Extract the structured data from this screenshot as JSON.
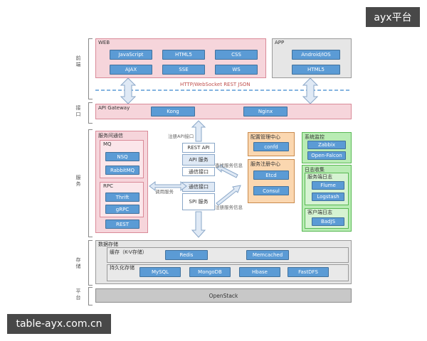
{
  "watermark_top": "ayx平台",
  "watermark_bottom": "table-ayx.com.cn",
  "lanes": {
    "frontend": "前端",
    "interface": "接口",
    "service": "服务",
    "storage": "存储",
    "platform": "平台"
  },
  "web": {
    "title": "WEB",
    "items": [
      "JavaScript",
      "HTML5",
      "CSS",
      "AJAX",
      "SSE",
      "WS"
    ]
  },
  "app": {
    "title": "APP",
    "items": [
      "Android/IOS",
      "HTML5"
    ]
  },
  "protocol_line": "HTTP/WebSocket REST JSON",
  "gateway": {
    "title": "API Gateway",
    "kong": "Kong",
    "nginx": "Nginx"
  },
  "service_comm": {
    "title": "服务间通信",
    "mq_title": "MQ",
    "mq_items": [
      "NSQ",
      "RabbitMQ"
    ],
    "rpc_title": "RPC",
    "rpc_items": [
      "Thrift",
      "gRPC"
    ],
    "rest": "REST"
  },
  "center": {
    "rest_api": "REST API",
    "api_service": "API 服务",
    "comm_interface_1": "通信接口",
    "comm_interface_2": "通信接口",
    "spi_service": "SPI 服务"
  },
  "notes": {
    "register_api": "注册API接口",
    "call_service": "调用服务",
    "find_service": "查找服务信息",
    "register_service": "注册服务信息"
  },
  "config_center": {
    "title": "配置管理中心",
    "item": "confd"
  },
  "registry": {
    "title": "服务注册中心",
    "items": [
      "Etcd",
      "Consul"
    ]
  },
  "monitor": {
    "title": "系统监控",
    "items": [
      "Zabbix",
      "Open-Falcon"
    ]
  },
  "logs": {
    "title": "日志收集",
    "server_title": "服务端日志",
    "server_items": [
      "Flume",
      "Logstash"
    ],
    "client_title": "客户端日志",
    "client_items": [
      "BadJS"
    ]
  },
  "storage": {
    "title": "数据存储",
    "cache_title": "缓存（K-V存储）",
    "cache_items": [
      "Redis",
      "Memcached"
    ],
    "persist_title": "持久化存储",
    "persist_items": [
      "MySQL",
      "MongoDB",
      "Hbase",
      "FastDFS"
    ]
  },
  "platform": {
    "item": "OpenStack"
  }
}
